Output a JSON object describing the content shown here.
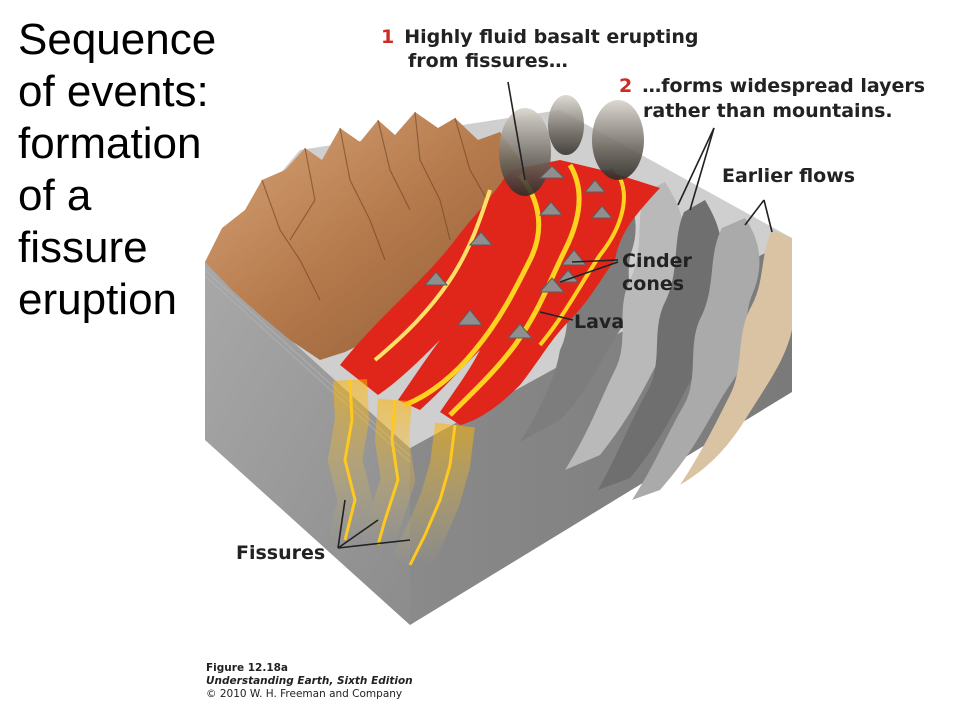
{
  "slide": {
    "title_lines": [
      "Sequence",
      "of events:",
      "formation",
      "of a",
      "fissure",
      "eruption"
    ]
  },
  "diagram": {
    "step1": {
      "number": "1",
      "line1": "Highly fluid basalt erupting",
      "line2": "from fissures…"
    },
    "step2": {
      "number": "2",
      "line1": "…forms widespread layers",
      "line2": "rather than mountains."
    },
    "labels": {
      "earlier_flows": "Earlier flows",
      "cinder_cones_line1": "Cinder",
      "cinder_cones_line2": "cones",
      "lava": "Lava",
      "fissures": "Fissures"
    },
    "colors": {
      "lava_core": "#ffd21f",
      "lava_flow": "#e0261b",
      "step_number": "#d12a22",
      "block_side": "#9a9a9a",
      "mountains": "#c28a5c"
    }
  },
  "credit": {
    "figure": "Figure 12.18a",
    "book": "Understanding Earth, Sixth Edition",
    "copyright": "© 2010 W. H. Freeman and Company"
  }
}
